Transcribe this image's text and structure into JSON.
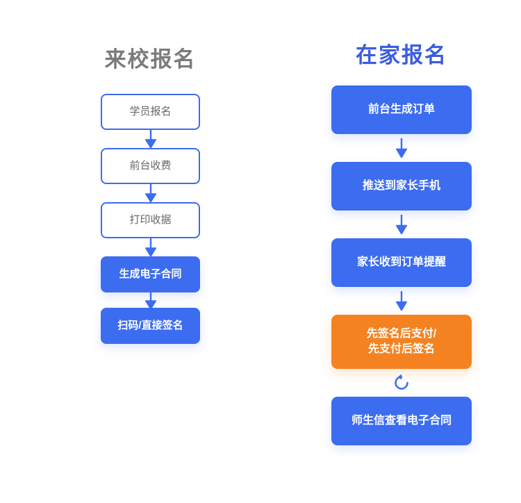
{
  "diagram": {
    "title_left": "来校报名",
    "title_right": "在家报名",
    "colors": {
      "blue": "#3c6cf0",
      "heading_blue": "#3c5ce0",
      "heading_gray": "#7b7b7b",
      "orange": "#f58220",
      "outline_text": "#666666",
      "background": "#ffffff"
    },
    "left_column": {
      "heading": "来校报名",
      "nodes": [
        {
          "label": "学员报名",
          "style": "outline"
        },
        {
          "label": "前台收费",
          "style": "outline"
        },
        {
          "label": "打印收据",
          "style": "outline"
        },
        {
          "label": "生成电子合同",
          "style": "filled"
        },
        {
          "label": "扫码/直接签名",
          "style": "filled"
        }
      ],
      "connectors": [
        "arrow-down-icon",
        "arrow-down-icon",
        "arrow-down-icon",
        "arrow-down-icon"
      ]
    },
    "right_column": {
      "heading": "在家报名",
      "nodes": [
        {
          "label": "前台生成订单",
          "style": "filled"
        },
        {
          "label": "推送到家长手机",
          "style": "filled"
        },
        {
          "label": "家长收到订单提醒",
          "style": "filled"
        },
        {
          "label": "先签名后支付/\n先支付后签名",
          "style": "orange"
        },
        {
          "label": "师生信查看电子合同",
          "style": "filled"
        }
      ],
      "connectors": [
        "arrow-down-icon",
        "arrow-down-icon",
        "arrow-down-icon",
        "loop-arrow-icon"
      ]
    }
  }
}
